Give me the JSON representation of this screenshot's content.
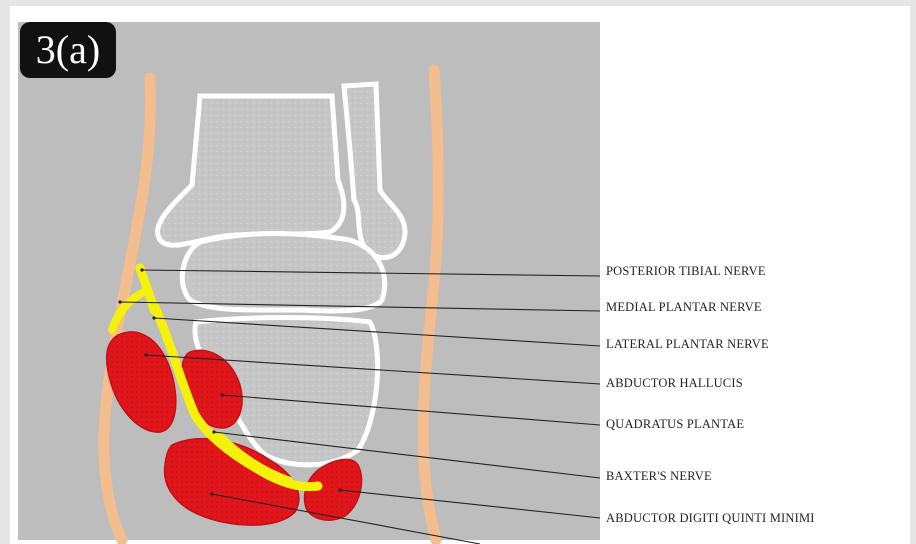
{
  "figure_label": "3(a)",
  "labels": [
    "POSTERIOR TIBIAL NERVE",
    "MEDIAL PLANTAR NERVE",
    "LATERAL PLANTAR NERVE",
    "ABDUCTOR HALLUCIS",
    "QUADRATUS PLANTAE",
    "BAXTER'S NERVE",
    "ABDUCTOR DIGITI QUINTI MINIMI"
  ],
  "colors": {
    "paper": "#bdbdbd",
    "skin": "#f3bd8e",
    "bone_outline": "#ffffff",
    "bone_fill": "#c9c9c9",
    "nerve": "#f6f10a",
    "muscle": "#e0161b",
    "leader": "#222222"
  }
}
